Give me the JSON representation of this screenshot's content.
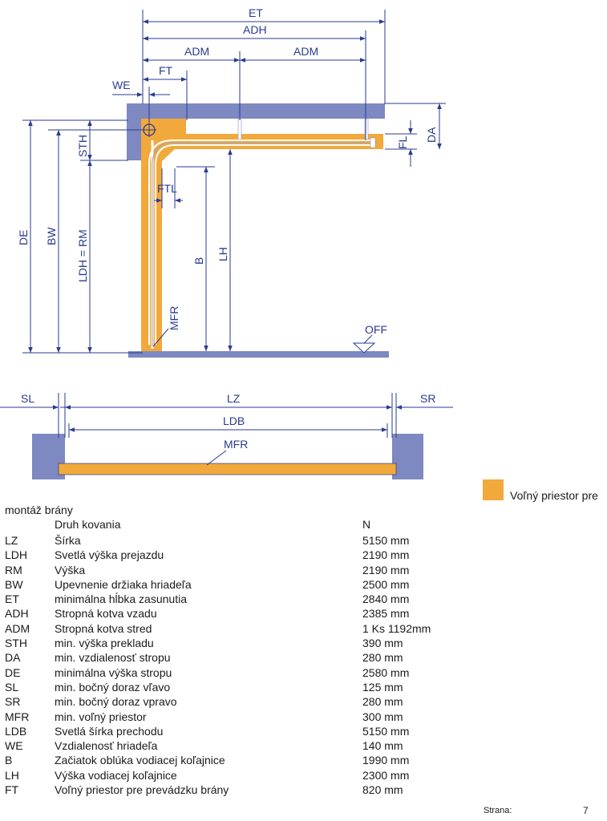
{
  "diagram": {
    "labels": {
      "et": "ET",
      "adh": "ADH",
      "adm1": "ADM",
      "adm2": "ADM",
      "ft": "FT",
      "we": "WE",
      "sth": "STH",
      "de": "DE",
      "bw": "BW",
      "ldh_rm": "LDH = RM",
      "ftl": "FTL",
      "b": "B",
      "lh": "LH",
      "mfr_side": "MFR",
      "fl": "FL",
      "da": "DA",
      "off": "OFF",
      "sl": "SL",
      "lz": "LZ",
      "sr": "SR",
      "ldb": "LDB",
      "mfr_plan": "MFR"
    },
    "colors": {
      "wall": "#7e88c1",
      "free_space": "#f2a93b",
      "dim_line": "#2a3b8f"
    }
  },
  "legend": {
    "line1": "Voľný priestor pre",
    "line2": "montáž brány"
  },
  "table": {
    "header_kind": "Druh kovania",
    "header_value": "N",
    "rows": [
      {
        "code": "LZ",
        "desc": "Šírka",
        "value": "5150 mm"
      },
      {
        "code": "LDH",
        "desc": "Svetlá výška prejazdu",
        "value": "2190 mm"
      },
      {
        "code": "RM",
        "desc": "Výška",
        "value": "2190 mm"
      },
      {
        "code": "BW",
        "desc": "Upevnenie držiaka hriadeľa",
        "value": "2500 mm"
      },
      {
        "code": "ET",
        "desc": "minimálna hĺbka zasunutia",
        "value": "2840 mm"
      },
      {
        "code": "ADH",
        "desc": "Stropná kotva vzadu",
        "value": "2385 mm"
      },
      {
        "code": "ADM",
        "desc": "Stropná kotva stred",
        "value": "1 Ks  1192mm"
      },
      {
        "code": "STH",
        "desc": "min. výška prekladu",
        "value": "390 mm"
      },
      {
        "code": "DA",
        "desc": "min. vzdialenosť stropu",
        "value": "280 mm"
      },
      {
        "code": "DE",
        "desc": "minimálna výška stropu",
        "value": "2580 mm"
      },
      {
        "code": "SL",
        "desc": "min. bočný doraz vľavo",
        "value": "125 mm"
      },
      {
        "code": "SR",
        "desc": "min. bočný doraz vpravo",
        "value": "280 mm"
      },
      {
        "code": "MFR",
        "desc": "min. voľný priestor",
        "value": "300 mm"
      },
      {
        "code": "LDB",
        "desc": "Svetlá šírka prechodu",
        "value": "5150 mm"
      },
      {
        "code": "WE",
        "desc": "Vzdialenosť hriadeľa",
        "value": "140 mm"
      },
      {
        "code": "B",
        "desc": "Začiatok oblúka vodiacej koľajnice",
        "value": "1990 mm"
      },
      {
        "code": "LH",
        "desc": "Výška vodiacej koľajnice",
        "value": "2300 mm"
      },
      {
        "code": "FT",
        "desc": "Voľný priestor pre prevádzku brány",
        "value": "820 mm"
      }
    ]
  },
  "footer": {
    "label": "Strana:",
    "page": "7"
  }
}
